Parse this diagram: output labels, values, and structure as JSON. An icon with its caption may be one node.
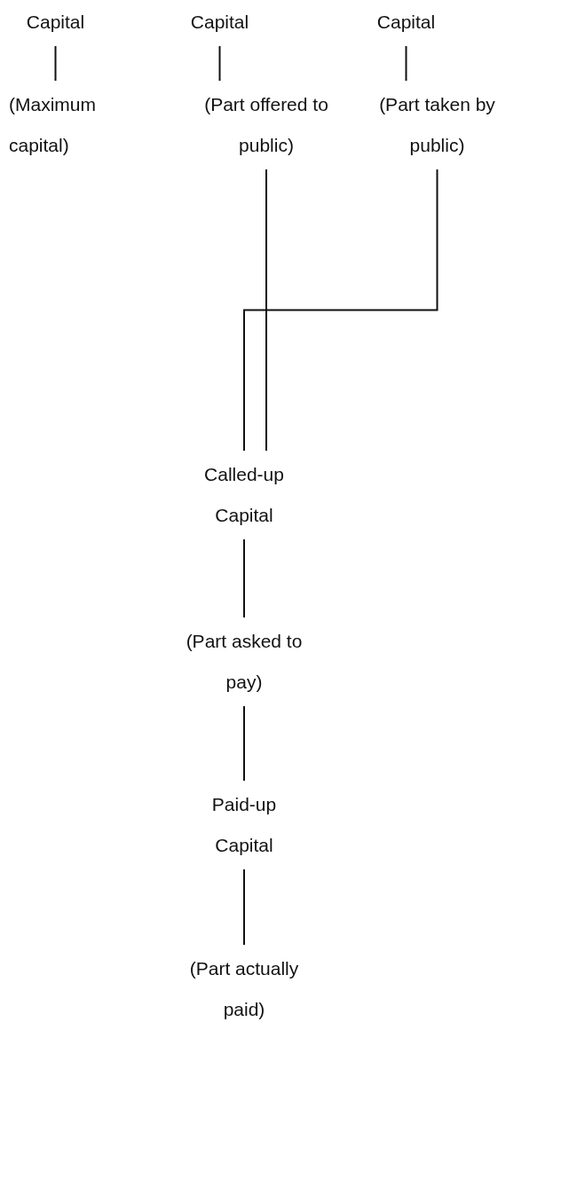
{
  "diagram": {
    "nodes": [
      {
        "text": [
          "Capital"
        ]
      },
      {
        "text": [
          "Capital"
        ]
      },
      {
        "text": [
          "Capital"
        ]
      },
      {
        "text": [
          "(Maximum capital)"
        ]
      },
      {
        "text": [
          "(Part offered to public)"
        ]
      },
      {
        "text": [
          "(Part taken by public)"
        ]
      },
      {
        "text": [
          "Called-up Capital"
        ]
      },
      {
        "text": [
          "(Part asked to pay)"
        ]
      },
      {
        "text": [
          "Paid-up Capital"
        ]
      },
      {
        "text": [
          "(Part actually paid)"
        ]
      }
    ],
    "edges": [
      {
        "from": 0,
        "to": 3,
        "arrow": "none"
      },
      {
        "from": 1,
        "to": 4,
        "arrow": "none"
      },
      {
        "from": 2,
        "to": 5,
        "arrow": "none"
      },
      {
        "from": 4,
        "to": 6,
        "arrow": "none"
      },
      {
        "from": 5,
        "to": 6,
        "arrow": "none"
      },
      {
        "from": 6,
        "to": 7,
        "arrow": "none"
      },
      {
        "from": 7,
        "to": 8,
        "arrow": "none"
      },
      {
        "from": 8,
        "to": 9,
        "arrow": "none"
      }
    ]
  }
}
